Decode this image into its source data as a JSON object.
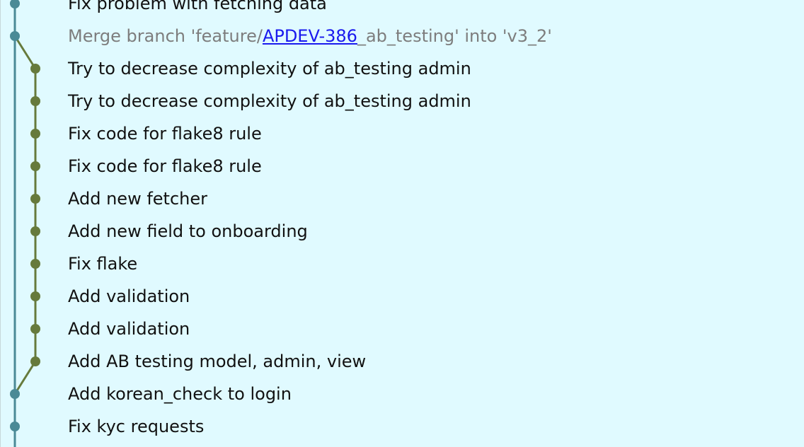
{
  "commits": [
    {
      "message": "Fix problem with fetching data",
      "lane": "main"
    },
    {
      "message_before": "Merge branch 'feature/",
      "ticket_link": "APDEV-386",
      "message_after": "_ab_testing' into 'v3_2'",
      "lane": "main",
      "merge": true
    },
    {
      "message": "Try to decrease complexity of ab_testing admin",
      "lane": "feature"
    },
    {
      "message": "Try to decrease complexity of ab_testing admin",
      "lane": "feature"
    },
    {
      "message": "Fix code for flake8 rule",
      "lane": "feature"
    },
    {
      "message": "Fix code for flake8 rule",
      "lane": "feature"
    },
    {
      "message": "Add new fetcher",
      "lane": "feature"
    },
    {
      "message": "Add new field to onboarding",
      "lane": "feature"
    },
    {
      "message": "Fix flake",
      "lane": "feature"
    },
    {
      "message": "Add validation",
      "lane": "feature"
    },
    {
      "message": "Add validation",
      "lane": "feature"
    },
    {
      "message": "Add AB testing model, admin, view",
      "lane": "feature"
    },
    {
      "message": "Add korean_check to login",
      "lane": "main"
    },
    {
      "message": "Fix kyc requests",
      "lane": "main"
    }
  ],
  "colors": {
    "background": "#e0faff",
    "main_lane": "#4a8a96",
    "feature_lane": "#667a3c",
    "merge_text": "#7d7d7d",
    "link": "#1a1aee"
  }
}
